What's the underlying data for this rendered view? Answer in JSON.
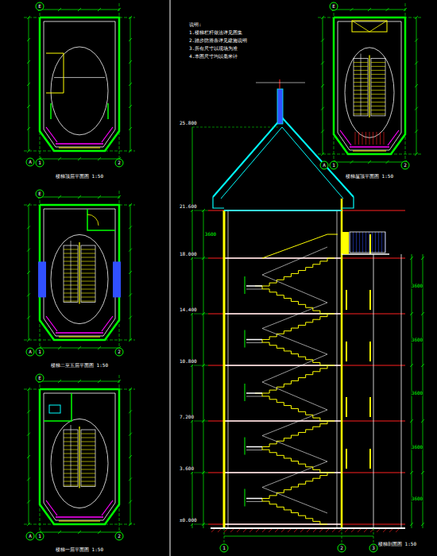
{
  "diagram": {
    "labels": [
      "E",
      "A",
      "1",
      "2",
      "楼梯顶层平面图 1:50",
      "E",
      "A",
      "1",
      "2",
      "楼梯二至五层平面图 1:50",
      "E",
      "A",
      "1",
      "2",
      "楼梯一层平面图 1:50",
      "E",
      "A",
      "1",
      "2",
      "楼梯屋顶平面图 1:50",
      "说明:",
      "1.楼梯栏杆做法详见图集",
      "2.踏步防滑条详见建施说明",
      "3.所有尺寸以现场为准",
      "4.本图尺寸均以毫米计",
      "±0.000",
      "3.600",
      "7.200",
      "10.800",
      "14.400",
      "18.000",
      "21.600",
      "25.800",
      "3600",
      "3600",
      "3600",
      "3600",
      "3600",
      "3600",
      "1",
      "2",
      "3",
      "楼梯剖面图 1:50"
    ]
  }
}
